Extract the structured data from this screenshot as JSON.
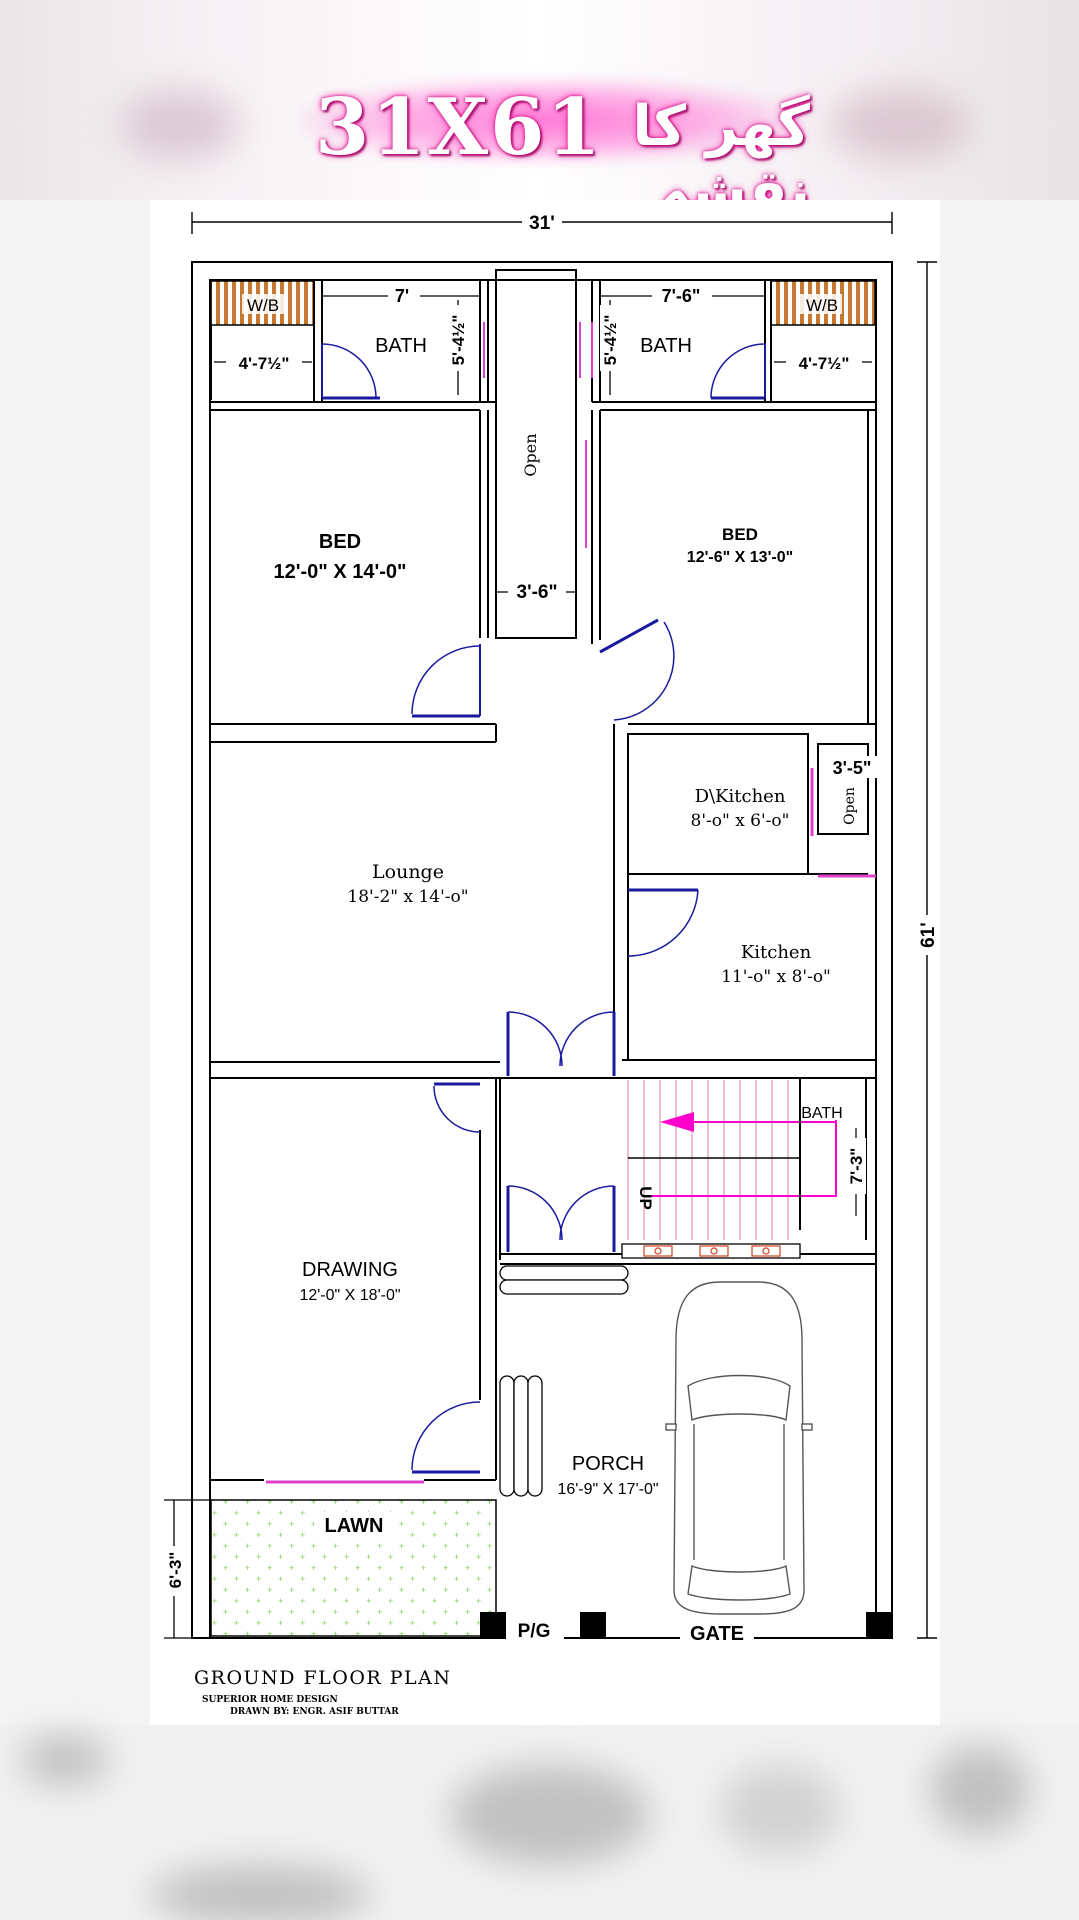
{
  "title": {
    "main": "31X61",
    "urdu": "گھر کا نقشہ"
  },
  "dimensions": {
    "width": "31'",
    "length": "61'",
    "bath_left_w": "7'",
    "bath_right_w": "7'-6\"",
    "bath_left_h": "5'-4½\"",
    "bath_right_h": "5'-4½\"",
    "wb_left": "4'-7½\"",
    "wb_right": "4'-7½\"",
    "passage": "3'-6\"",
    "open_small": "3'-5\"",
    "bath_stair": "7'-3\"",
    "lawn_depth": "6'-3\""
  },
  "rooms": {
    "wb_left": "W/B",
    "wb_right": "W/B",
    "bath_left": "BATH",
    "bath_right": "BATH",
    "open_passage": "Open",
    "open_kitchen": "Open",
    "bed_left": {
      "name": "BED",
      "size": "12'-0\" X 14'-0\""
    },
    "bed_right": {
      "name": "BED",
      "size": "12'-6\" X 13'-0\""
    },
    "dkitchen": {
      "name": "D\\Kitchen",
      "size": "8'-o\" x 6'-o\""
    },
    "lounge": {
      "name": "Lounge",
      "size": "18'-2\" x 14'-o\""
    },
    "kitchen": {
      "name": "Kitchen",
      "size": "11'-o\" x 8'-o\""
    },
    "bath_stair": "BATH",
    "stair_up": "UP",
    "drawing": {
      "name": "DRAWING",
      "size": "12'-0\" X 18'-0\""
    },
    "porch": {
      "name": "PORCH",
      "size": "16'-9\" X 17'-0\""
    },
    "lawn": "LAWN",
    "pg": "P/G",
    "gate": "GATE"
  },
  "footer": {
    "plan_title": "GROUND FLOOR PLAN",
    "company": "SUPERIOR HOME DESIGN",
    "drawn_by": "DRAWN BY: ENGR. ASIF BUTTAR"
  },
  "colors": {
    "wall": "#000000",
    "door": "#1a1a9e",
    "window": "#e040c8",
    "stair": "#e8a0c0",
    "arrow": "#ff00cc",
    "wb": "#c87830",
    "lawn": "#90d060"
  }
}
